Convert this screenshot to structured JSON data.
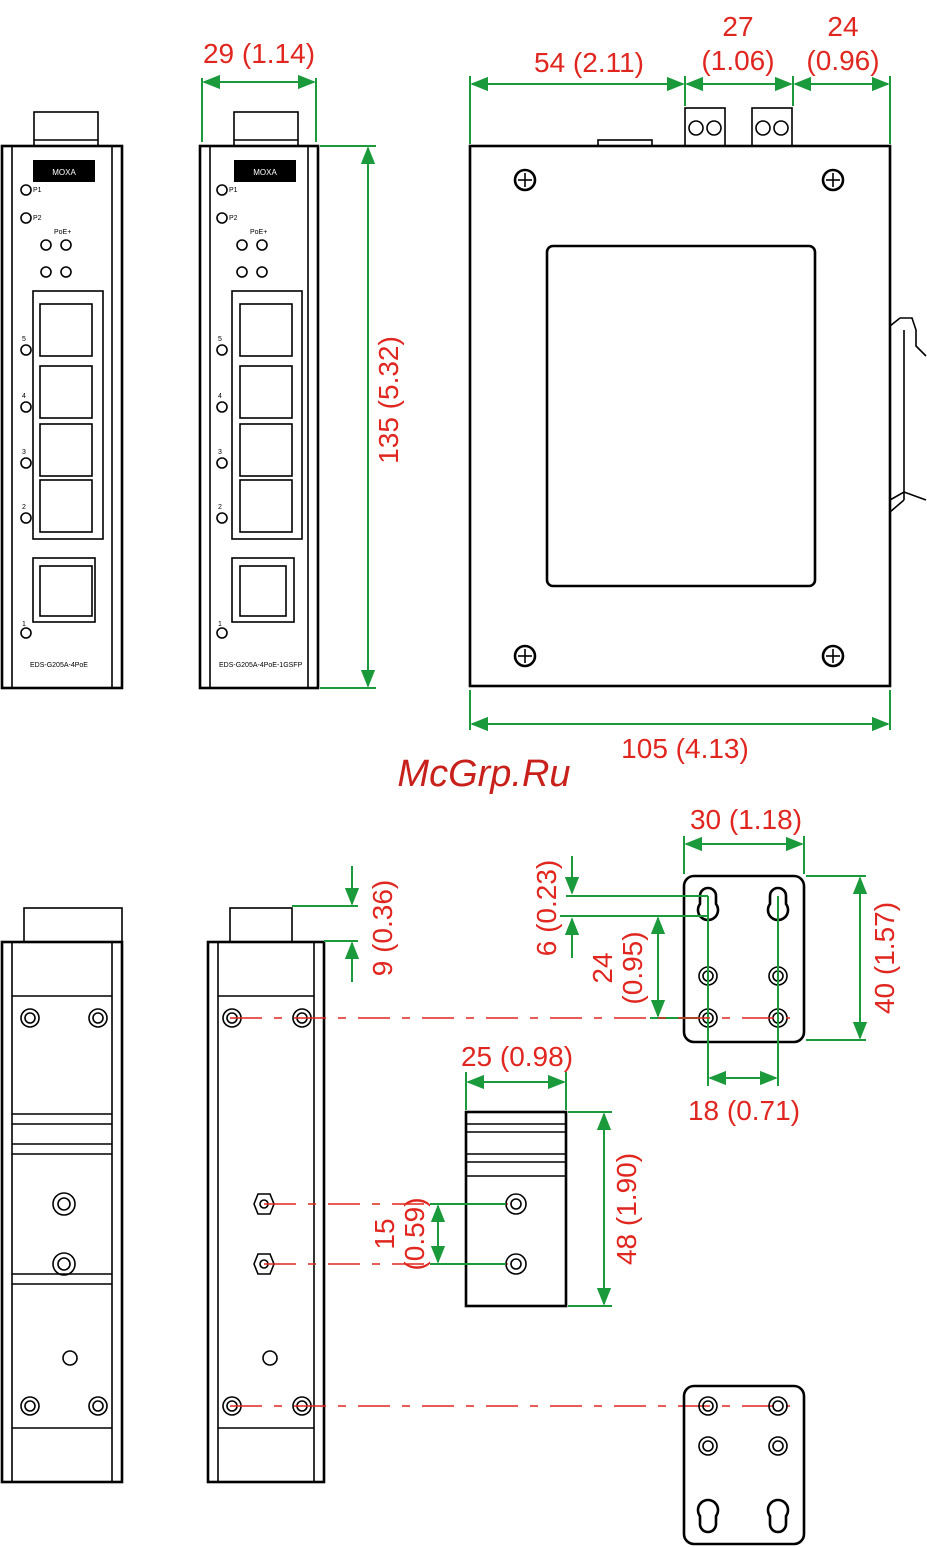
{
  "watermark": "McGrp.Ru",
  "colors": {
    "dimension_text": "#e0261f",
    "dimension_line": "#1a9a3a",
    "outline": "#000000"
  },
  "brand_logo": "MOXA",
  "front_view": {
    "led_labels": [
      "P1",
      "P2"
    ],
    "poe_label": "PoE+",
    "poe_ports": [
      "4",
      "5",
      "2",
      "3"
    ],
    "port_labels": [
      "5",
      "4",
      "3",
      "2",
      "1"
    ],
    "model_left": "EDS-G205A-4PoE",
    "model_right": "EDS-G205A-4PoE-1GSFP"
  },
  "dimensions": {
    "width_front": "29 (1.14)",
    "height": "135 (5.32)",
    "side_width": "105 (4.13)",
    "top_offset": "54 (2.11)",
    "terminal_gap": "27",
    "terminal_gap_in": "(1.06)",
    "terminal_right": "24",
    "terminal_right_in": "(0.96)",
    "top_9": "9 (0.36)",
    "wall_width": "30 (1.18)",
    "wall_top": "6 (0.23)",
    "wall_hole_24": "24",
    "wall_hole_24_in": "(0.95)",
    "wall_height": "40 (1.57)",
    "wall_hole_spacing": "18 (0.71)",
    "din_width": "25 (0.98)",
    "din_hole_15": "15",
    "din_hole_15_in": "(0.59)",
    "din_height": "48 (1.90)"
  }
}
